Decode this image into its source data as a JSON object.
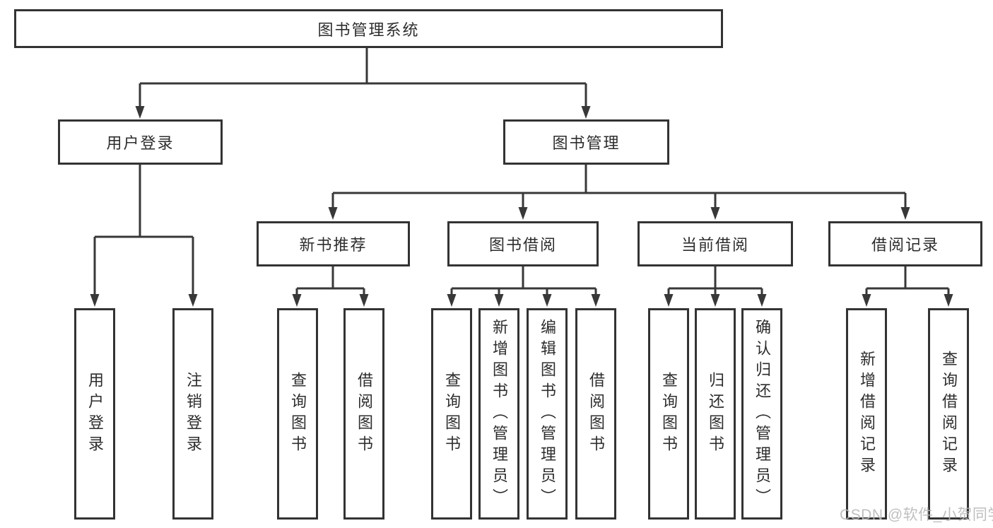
{
  "nodes": {
    "root": {
      "label": "图书管理系统"
    },
    "user_login": {
      "label": "用户登录"
    },
    "book_mgmt": {
      "label": "图书管理"
    },
    "new_book_rec": {
      "label": "新书推荐"
    },
    "book_borrow": {
      "label": "图书借阅"
    },
    "current_borrow": {
      "label": "当前借阅"
    },
    "borrow_record": {
      "label": "借阅记录"
    },
    "leaf_user_login": {
      "label": "用户登录"
    },
    "leaf_logout_login": {
      "label": "注销登录"
    },
    "leaf_query_book_1": {
      "label": "查询图书"
    },
    "leaf_borrow_book_1": {
      "label": "借阅图书"
    },
    "leaf_query_book_2": {
      "label": "查询图书"
    },
    "leaf_add_book_admin": {
      "label": "新增图书（管理员）"
    },
    "leaf_edit_book_admin": {
      "label": "编辑图书（管理员）"
    },
    "leaf_borrow_book_2": {
      "label": "借阅图书"
    },
    "leaf_query_book_3": {
      "label": "查询图书"
    },
    "leaf_return_book": {
      "label": "归还图书"
    },
    "leaf_confirm_return_admin": {
      "label": "确认归还（管理员）"
    },
    "leaf_add_borrow_record": {
      "label": "新增借阅记录"
    },
    "leaf_query_borrow_record": {
      "label": "查询借阅记录"
    }
  },
  "watermark": {
    "text": "CSDN @软件_小贺同学"
  },
  "colors": {
    "line": "#383838",
    "box_border": "#333333",
    "text": "#2d2d2d",
    "background": "#ffffff",
    "watermark": "#b9b9b9"
  }
}
